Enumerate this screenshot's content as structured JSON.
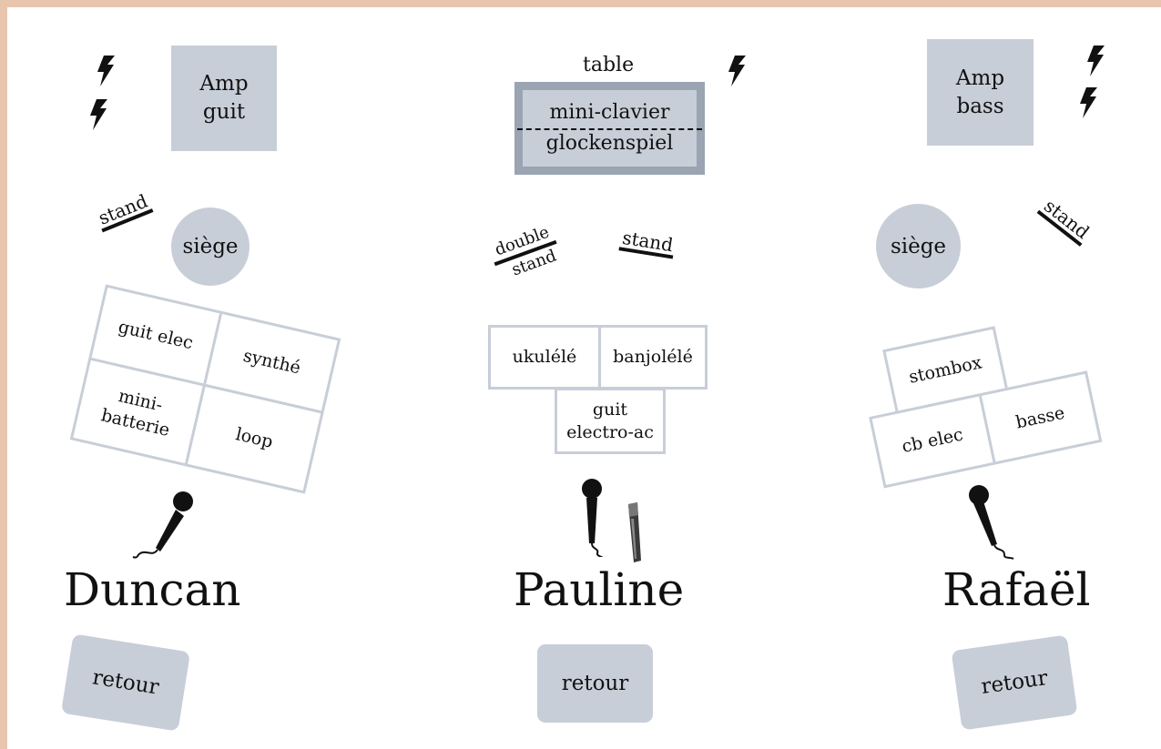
{
  "musicians": {
    "duncan": {
      "name": "Duncan",
      "amp": "Amp\nguit",
      "stand": "stand",
      "seat": "siège",
      "instruments": [
        "guit elec",
        "synthé",
        "mini-\nbatterie",
        "loop"
      ],
      "monitor": "retour"
    },
    "pauline": {
      "name": "Pauline",
      "table_label": "table",
      "table_top": "mini-clavier",
      "table_bottom": "glockenspiel",
      "double_stand_top": "double",
      "double_stand_bottom": "stand",
      "stand": "stand",
      "instruments": [
        "ukulélé",
        "banjolélé",
        "guit\nelectro-ac"
      ],
      "monitor": "retour"
    },
    "rafael": {
      "name": "Rafaël",
      "amp": "Amp\nbass",
      "stand": "stand",
      "seat": "siège",
      "instruments": [
        "stombox",
        "cb elec",
        "basse"
      ],
      "monitor": "retour"
    }
  },
  "colors": {
    "frame": "#e8c6ae",
    "gear": "#c8ced8",
    "table_outer": "#9aa4b2",
    "ink": "#111111"
  },
  "icons": [
    "power-icon",
    "microphone-icon",
    "instrument-microphone-icon"
  ]
}
